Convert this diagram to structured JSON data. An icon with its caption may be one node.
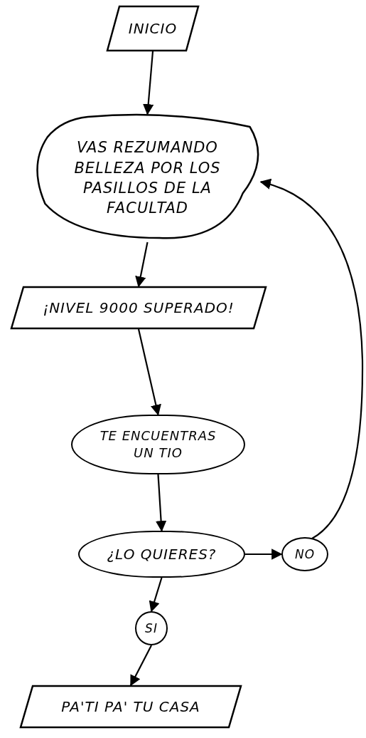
{
  "diagram": {
    "nodes": [
      {
        "text": [
          "INICIO"
        ]
      },
      {
        "text": [
          "VAS REZUMANDO BELLEZA POR LOS PASILLOS DE LA FACULTAD"
        ]
      },
      {
        "text": [
          "¡NIVEL 9000 SUPERADO!"
        ]
      },
      {
        "text": [
          "TE ENCUENTRAS UN TIO"
        ]
      },
      {
        "text": [
          "¿LO QUIERES?"
        ]
      },
      {
        "text": [
          "NO"
        ]
      },
      {
        "text": [
          "SI"
        ]
      },
      {
        "text": [
          "PA'TI PA' TU CASA"
        ]
      }
    ],
    "edges": [
      {
        "from": 0,
        "to": 1,
        "arrow": "to"
      },
      {
        "from": 1,
        "to": 2,
        "arrow": "to"
      },
      {
        "from": 2,
        "to": 3,
        "arrow": "to"
      },
      {
        "from": 3,
        "to": 4,
        "arrow": "to"
      },
      {
        "from": 4,
        "to": 5,
        "arrow": "to"
      },
      {
        "from": 5,
        "to": 1,
        "arrow": "to"
      },
      {
        "from": 4,
        "to": 6,
        "arrow": "to"
      },
      {
        "from": 6,
        "to": 7,
        "arrow": "to"
      }
    ]
  }
}
